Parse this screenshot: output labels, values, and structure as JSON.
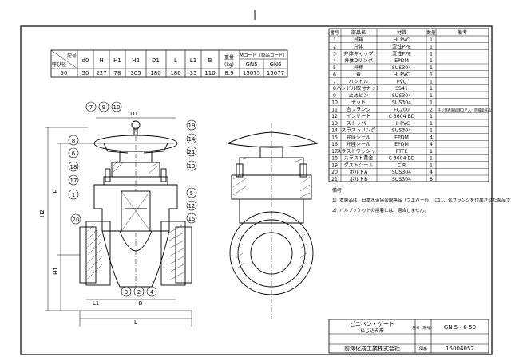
{
  "dimension_table": {
    "header_nominal": "呼び径",
    "header_code": "記号",
    "col_headers": [
      "d0",
      "H",
      "H1",
      "H2",
      "D1",
      "L",
      "L1",
      "B"
    ],
    "mass_header": "重量",
    "mass_unit": "(kg)",
    "mcode_header": "Mコード（製品コード）",
    "mcode_sub": [
      "GN5",
      "GN6"
    ],
    "row": [
      "50",
      "50",
      "227",
      "78",
      "305",
      "180",
      "180",
      "35",
      "110",
      "8.9",
      "15075",
      "15077"
    ]
  },
  "parts_table": {
    "headers": [
      "番号",
      "部品名",
      "材質",
      "数量",
      "備考"
    ],
    "rows": [
      [
        "1",
        "弁箱",
        "HI PVC",
        "1",
        ""
      ],
      [
        "2",
        "弁体",
        "変性PPE",
        "1",
        ""
      ],
      [
        "3",
        "弁体キャップ",
        "変性PPE",
        "1",
        ""
      ],
      [
        "4",
        "弁体Oリング",
        "EPDM",
        "1",
        ""
      ],
      [
        "5",
        "弁棒",
        "SUS304",
        "1",
        ""
      ],
      [
        "6",
        "蓋",
        "HI PVC",
        "1",
        ""
      ],
      [
        "7",
        "ハンドル",
        "PVC",
        "1",
        ""
      ],
      [
        "8",
        "ハンドル取付ナット",
        "SS41",
        "1",
        ""
      ],
      [
        "9",
        "止めピン",
        "SUS304",
        "1",
        ""
      ],
      [
        "10",
        "ナット",
        "SUS304",
        "1",
        ""
      ],
      [
        "11",
        "合フランジ",
        "FC200",
        "2",
        "ネジ部表面処理コア入・防錆塗装品"
      ],
      [
        "12",
        "インサート",
        "C 3604 BD",
        "1",
        ""
      ],
      [
        "13",
        "ストッパー",
        "HI PVC",
        "1",
        ""
      ],
      [
        "14",
        "スラストリング",
        "SUS304",
        "1",
        ""
      ],
      [
        "15",
        "弁座シール",
        "EPDM",
        "4",
        ""
      ],
      [
        "16",
        "弁座シール",
        "EPDM",
        "4",
        ""
      ],
      [
        "17",
        "スラストワッシャー",
        "PTFE",
        "1",
        ""
      ],
      [
        "18",
        "スラスト黄金",
        "C 3604 BD",
        "1",
        ""
      ],
      [
        "19",
        "ダストシール",
        "C R",
        "1",
        ""
      ],
      [
        "20",
        "ボルトA",
        "SUS304",
        "4",
        ""
      ],
      [
        "21",
        "ボルトB",
        "SUS304",
        "8",
        ""
      ]
    ]
  },
  "notes": {
    "title": "備考",
    "lines": [
      "1）本製品は、日本水道協会規格品（フエハー形）に11．合フランジを付属させた製品です。",
      "2）バルブソケットの接着には、適合しません。"
    ]
  },
  "title_block": {
    "product_name": "ビニペン・ゲート",
    "product_sub": "ねじ込み形",
    "code_label": "記号（略号）",
    "code_value": "GN 5・6-50",
    "company": "前澤化成工業株式会社",
    "drawing_label": "図番",
    "drawing_no": "15004052"
  },
  "view_labels": {
    "D1": "D1",
    "H": "H",
    "H1": "H1",
    "H2": "H2",
    "L1": "L1",
    "B": "B",
    "L": "L"
  },
  "balloons_left": [
    "7",
    "9",
    "10",
    "8",
    "6",
    "18",
    "17",
    "1",
    "20",
    "21",
    "19",
    "14",
    "13",
    "5",
    "12",
    "15",
    "3",
    "2",
    "4"
  ],
  "balloons_right": [],
  "top_mark": "|"
}
